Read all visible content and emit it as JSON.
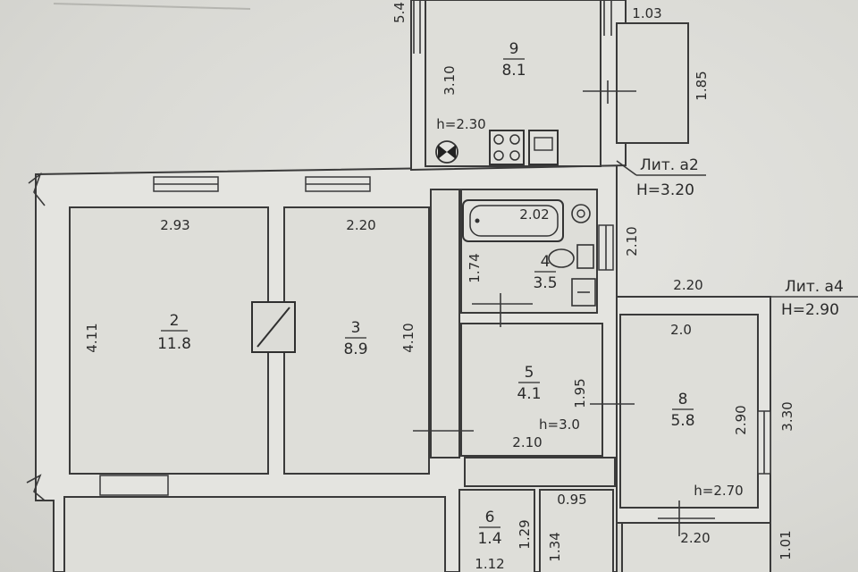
{
  "rooms": [
    {
      "num": "2",
      "area": "11.8"
    },
    {
      "num": "3",
      "area": "8.9"
    },
    {
      "num": "4",
      "area": "3.5"
    },
    {
      "num": "5",
      "area": "4.1"
    },
    {
      "num": "6",
      "area": "1.4"
    },
    {
      "num": "8",
      "area": "5.8"
    },
    {
      "num": "9",
      "area": "8.1"
    }
  ],
  "dimensions": {
    "d_5_4": "5.4",
    "d_1_03": "1.03",
    "d_3_10": "3.10",
    "d_1_85": "1.85",
    "d_2_93": "2.93",
    "d_2_20_a": "2.20",
    "d_2_02": "2.02",
    "d_2_10_v": "2.10",
    "d_4_11": "4.11",
    "d_4_10": "4.10",
    "d_1_74": "1.74",
    "d_2_20_b": "2.20",
    "d_2_0": "2.0",
    "d_1_95": "1.95",
    "d_2_10_h": "2.10",
    "d_2_90": "2.90",
    "d_3_30": "3.30",
    "d_0_95": "0.95",
    "d_1_29": "1.29",
    "d_1_34": "1.34",
    "d_1_12": "1.12",
    "d_2_20_c": "2.20",
    "d_1_01": "1.01"
  },
  "heights": {
    "h_kitchen": "h=2.30",
    "h_room5": "h=3.0",
    "h_room8": "h=2.70"
  },
  "annotations": {
    "lit_a2": "Лит. а2",
    "lit_a2_h": "H=3.20",
    "lit_a4": "Лит. а4",
    "lit_a4_h": "H=2.90"
  }
}
